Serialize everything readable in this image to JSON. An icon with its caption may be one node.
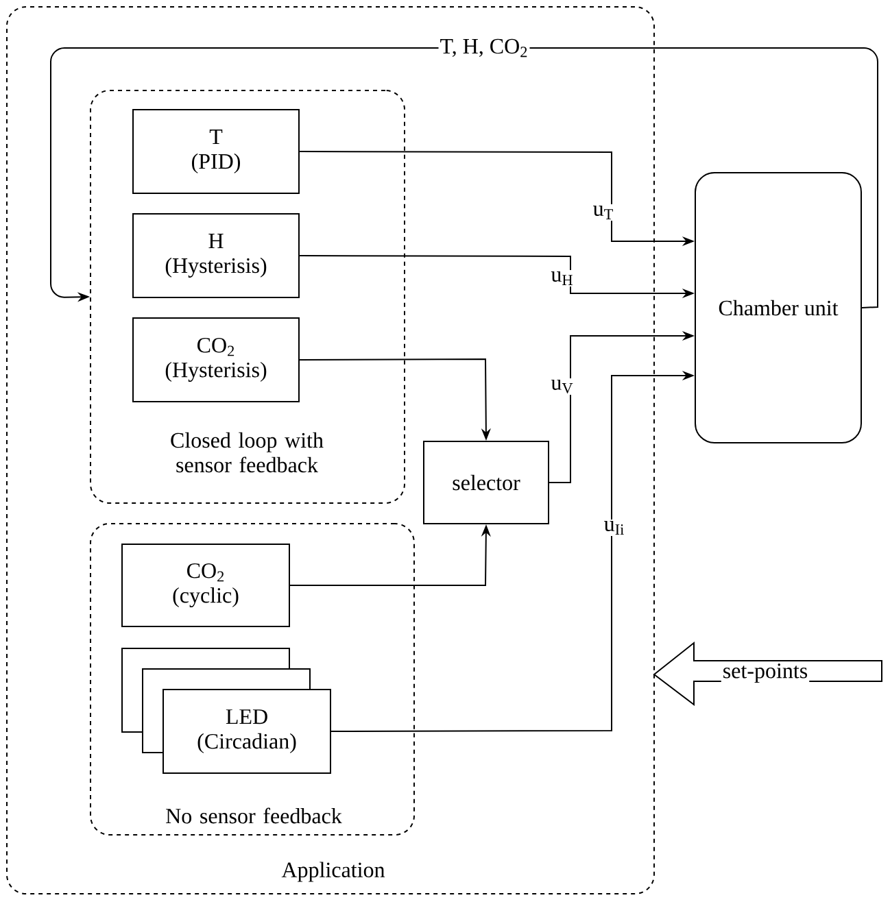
{
  "diagram": {
    "nodes": [
      {
        "text": [
          "Application"
        ]
      },
      {
        "text": [
          "Closed loop with sensor feedback"
        ],
        "in": 0
      },
      {
        "text": [
          "T",
          "(PID)"
        ],
        "in": 1
      },
      {
        "text": [
          "H",
          "(Hysterisis)"
        ],
        "in": 1
      },
      {
        "text": [
          "CO$_{2}$",
          "(Hysterisis)"
        ],
        "in": 1
      },
      {
        "text": [
          "selector"
        ],
        "in": 0
      },
      {
        "text": [
          "No sensor feedback"
        ],
        "in": 0
      },
      {
        "text": [
          "CO$_{2}$",
          "(cyclic)"
        ],
        "in": 6
      },
      {
        "text": [
          "LED",
          "(Circadian)"
        ],
        "in": 6
      },
      {
        "text": [
          "Chamber unit"
        ]
      },
      {
        "text": [
          "set-points"
        ]
      }
    ],
    "edges": [
      {
        "from": 9,
        "to": 1,
        "arrow": "to",
        "label": "T, H, CO$_{2}$"
      },
      {
        "from": 2,
        "to": 9,
        "arrow": "to",
        "label": "u$_{T}$"
      },
      {
        "from": 3,
        "to": 9,
        "arrow": "to",
        "label": "u$_{H}$"
      },
      {
        "from": 4,
        "to": 5,
        "arrow": "to"
      },
      {
        "from": 7,
        "to": 5,
        "arrow": "to"
      },
      {
        "from": 5,
        "to": 9,
        "arrow": "to",
        "label": "u$_{V}$"
      },
      {
        "from": 8,
        "to": 9,
        "arrow": "to",
        "label": "u$_{Ii}$"
      }
    ]
  }
}
